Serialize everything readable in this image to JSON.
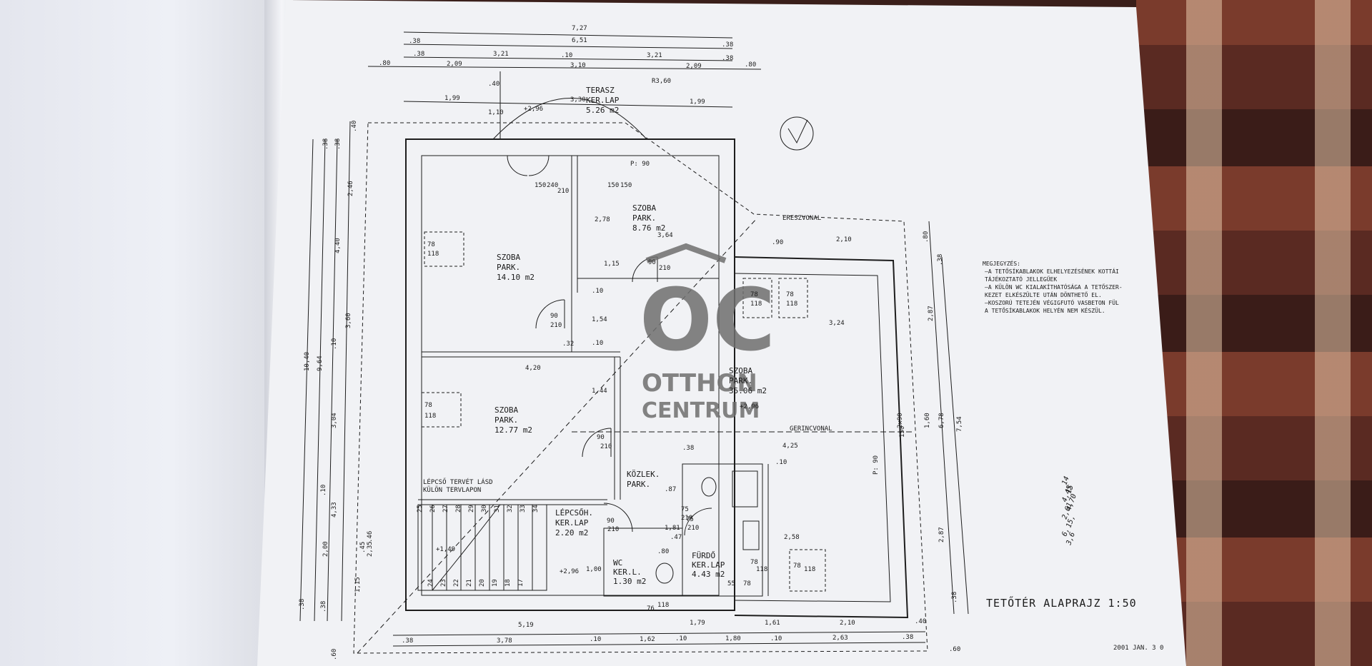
{
  "plan": {
    "title": "TETŐTÉR ALAPRAJZ 1:50",
    "date": "2001 JAN. 3 0",
    "ereszvonal": "ERESZVONAL",
    "gerincvonal": "GERINCVONAL",
    "stair_note_1": "LÉPCSŐ TERVÉT LÁSD",
    "stair_note_2": "KÜLÖN TERVLAPON",
    "r360": "R3,60",
    "p90_a": "P: 90",
    "p90_b": "P: 90",
    "level_1": "+2,96",
    "level_2": "+2,96",
    "level_3": "+1,49",
    "level_4": "+2,96"
  },
  "rooms": {
    "terasz": {
      "name": "TERASZ",
      "floor": "KER.LAP",
      "area": "5.26 m2"
    },
    "szoba1": {
      "name": "SZOBA",
      "floor": "PARK.",
      "area": "14.10 m2"
    },
    "szoba2": {
      "name": "SZOBA",
      "floor": "PARK.",
      "area": "8.76 m2"
    },
    "szoba3": {
      "name": "SZOBA",
      "floor": "PARK.",
      "area": "12.77 m2"
    },
    "szoba4": {
      "name": "SZOBA",
      "floor": "PARK.",
      "area": "35.06 m2"
    },
    "kozlek": {
      "name": "KÖZLEK.",
      "floor": "PARK."
    },
    "lepcsoh": {
      "name": "LÉPCSŐH.",
      "floor": "KER.LAP",
      "area": "2.20 m2"
    },
    "wc": {
      "name": "WC",
      "floor": "KER.L.",
      "area": "1.30 m2"
    },
    "furdo": {
      "name": "FÜRDŐ",
      "floor": "KER.LAP",
      "area": "4.43 m2"
    }
  },
  "notes": {
    "heading": "MEGJEGYZÉS:",
    "lines": [
      "–A TETŐSÍKABLAKOK ELHELYEZÉSÉNEK KOTTÁI",
      "  TÁJÉKOZTATÓ JELLEGŰEK",
      "–A KÜLÖN WC KIALAKÍTHATÓSÁGA A TETŐSZER-",
      "  KEZET ELKÉSZÜLTE UTÁN DÖNTHETŐ EL.",
      "–KOSZORÚ TETEJÉN VÉGIGFUTÓ VASBETON FÜL",
      "  A TETŐSÍKABLAKOK HELYÉN NEM KÉSZÜL."
    ]
  },
  "dims_top": [
    "7,27",
    ".38",
    "6,51",
    ".38",
    ".38",
    "3,21",
    ".10",
    "3,21",
    ".38",
    ".80",
    "2,09",
    "3,10",
    "2,09",
    ".80",
    "1,99",
    "3,30",
    "1,99",
    ".40",
    "1,10"
  ],
  "dims_left": [
    ".40",
    ".38",
    ".38",
    "2,46",
    "4,40",
    "10,40",
    "9,64",
    ".10",
    "3,60",
    "3,04",
    ".10",
    "2,00",
    "4,33",
    "1,15",
    ".38",
    ".38",
    ".60",
    ".45",
    "2,35",
    ".46"
  ],
  "dims_bottom": [
    "5,19",
    "1,79",
    "1,61",
    "2,10",
    ".40",
    ".38",
    "3,78",
    ".10",
    "1,62",
    ".10",
    "1,80",
    ".10",
    "2,63",
    ".38",
    ".60"
  ],
  "dims_right": [
    ".80",
    ".38",
    "2,87",
    "6,78",
    "7,54",
    "1,60",
    "2,87",
    ".38",
    "2x90",
    "150"
  ],
  "dims_inner": [
    "150",
    "240",
    "210",
    "150",
    "150",
    "2,78",
    "3,64",
    "1,15",
    "90",
    "210",
    ".10",
    "1,54",
    "90",
    "210",
    ".32",
    ".10",
    "4,20",
    "1,44",
    "90",
    "210",
    ".90",
    "2,10",
    ".38",
    "4,25",
    ".10",
    ".87",
    "2,58",
    "75",
    "210",
    "75",
    "210",
    ".47",
    "1,81",
    ".80",
    "1,00",
    "90",
    "210",
    "76",
    "118",
    "55",
    "78",
    "78",
    "118",
    "78",
    "118",
    "78",
    "118",
    "78",
    "118",
    "78",
    "118",
    "78",
    "118",
    "3,24"
  ],
  "stair_numbers": [
    "25",
    "26",
    "27",
    "28",
    "29",
    "30",
    "31",
    "32",
    "33",
    "34",
    "24",
    "23",
    "22",
    "21",
    "20",
    "19",
    "18",
    "17"
  ],
  "watermark": {
    "logo": "OC",
    "line1": "OTTHON",
    "line2": "CENTRUM"
  },
  "handwritten": [
    "14",
    "15",
    "4,45",
    "4,70",
    "2,61",
    "15,",
    "6,",
    "3,6"
  ]
}
